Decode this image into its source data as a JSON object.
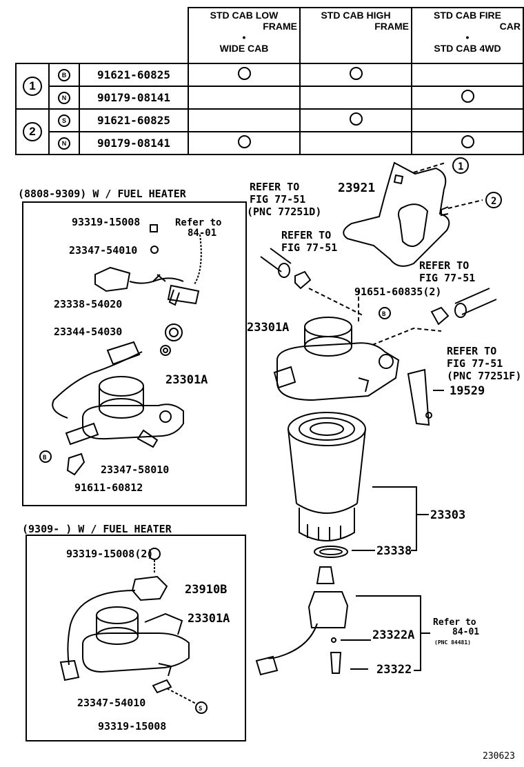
{
  "table": {
    "headers": [
      {
        "line1": "STD CAB LOW",
        "line2": "FRAME",
        "bullet": "•",
        "line3": "WIDE CAB"
      },
      {
        "line1": "STD CAB HIGH",
        "line2": "FRAME"
      },
      {
        "line1": "STD CAB FIRE",
        "line2": "CAR",
        "bullet": "•",
        "line3": "STD CAB 4WD"
      }
    ],
    "groups": [
      "1",
      "2"
    ],
    "rows": [
      {
        "mark": "B",
        "part": "91621-60825",
        "cols": [
          true,
          true,
          false
        ]
      },
      {
        "mark": "N",
        "part": "90179-08141",
        "cols": [
          false,
          false,
          true
        ]
      },
      {
        "mark": "S",
        "part": "91621-60825",
        "cols": [
          false,
          true,
          false
        ]
      },
      {
        "mark": "N",
        "part": "90179-08141",
        "cols": [
          true,
          false,
          true
        ]
      }
    ]
  },
  "panel1": {
    "title": "(8808-9309) W / FUEL HEATER",
    "labels": {
      "p93319": "93319-15008",
      "refer1": "Refer to",
      "refer2": "84-01",
      "p23347a": "23347-54010",
      "p23338": "23338-54020",
      "p23344": "23344-54030",
      "p23301": "23301A",
      "p23347b": "23347-58010",
      "p91611": "91611-60812",
      "mark": "B"
    }
  },
  "panel2": {
    "title": "(9309-        ) W / FUEL HEATER",
    "labels": {
      "p93319a": "93319-15008(2)",
      "p23910": "23910B",
      "p23301": "23301A",
      "p23347": "23347-54010",
      "p93319b": "93319-15008",
      "mark": "S"
    }
  },
  "main": {
    "labels": {
      "refer_a1": "REFER TO",
      "refer_a2": "FIG 77-51",
      "refer_a3": "(PNC 77251D)",
      "refer_b1": "REFER TO",
      "refer_b2": "FIG 77-51",
      "refer_c1": "REFER TO",
      "refer_c2": "FIG 77-51",
      "refer_d1": "REFER TO",
      "refer_d2": "FIG 77-51",
      "refer_d3": "(PNC 77251F)",
      "p23921": "23921",
      "callout1": "1",
      "callout2": "2",
      "p91651": "91651-60835(2)",
      "p23301": "23301A",
      "p19529": "19529",
      "p23303": "23303",
      "p23338": "23338",
      "p23322a": "23322A",
      "p23322": "23322",
      "refer_e1": "Refer to",
      "refer_e2": "84-01",
      "refer_e3": "(PNC 84481)",
      "mark": "B"
    }
  },
  "figure_number": "230623"
}
